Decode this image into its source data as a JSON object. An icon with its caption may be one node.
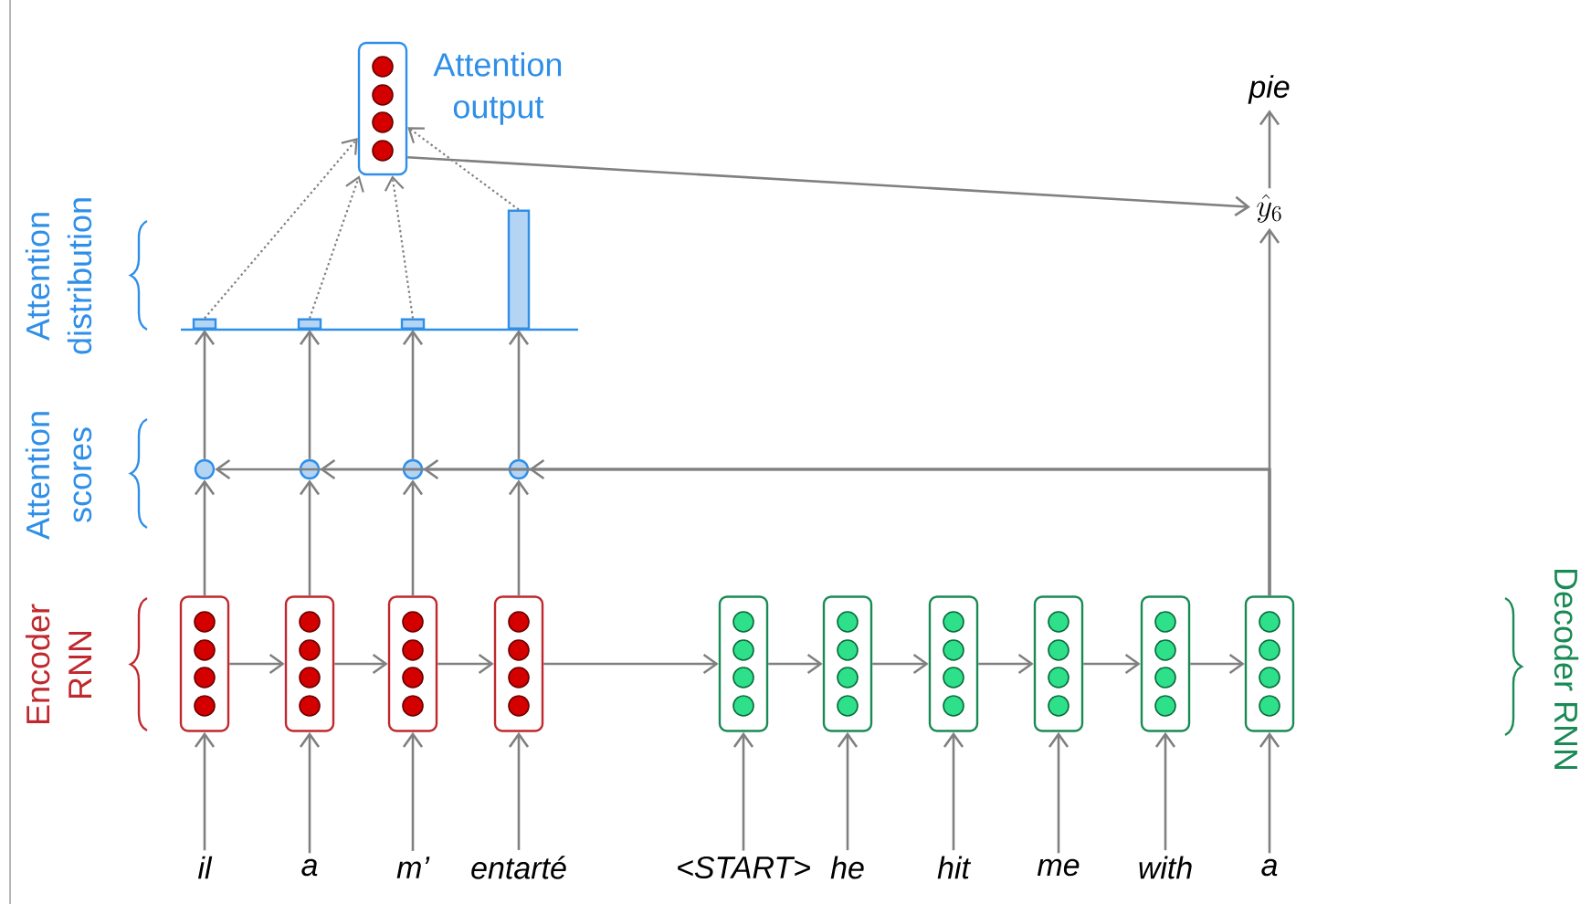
{
  "diagram": {
    "nodes": [
      {
        "text": [
          "il"
        ]
      },
      {
        "text": [
          "a"
        ]
      },
      {
        "text": [
          "m’"
        ]
      },
      {
        "text": [
          "entarté"
        ]
      },
      {
        "text": [
          "<START>"
        ]
      },
      {
        "text": [
          "he"
        ]
      },
      {
        "text": [
          "hit"
        ]
      },
      {
        "text": [
          "me"
        ]
      },
      {
        "text": [
          "with"
        ]
      },
      {
        "text": [
          "a"
        ]
      },
      {
        "text": [],
        "shape": "box"
      },
      {
        "text": [],
        "shape": "box"
      },
      {
        "text": [],
        "shape": "box"
      },
      {
        "text": [],
        "shape": "box"
      },
      {
        "text": [],
        "shape": "box"
      },
      {
        "text": [],
        "shape": "box"
      },
      {
        "text": [],
        "shape": "box"
      },
      {
        "text": [],
        "shape": "box"
      },
      {
        "text": [],
        "shape": "box"
      },
      {
        "text": [],
        "shape": "box"
      },
      {
        "text": [],
        "shape": "circle"
      },
      {
        "text": [],
        "shape": "circle"
      },
      {
        "text": [],
        "shape": "circle"
      },
      {
        "text": [],
        "shape": "circle"
      },
      {
        "text": [],
        "shape": "bar"
      },
      {
        "text": [],
        "shape": "bar"
      },
      {
        "text": [],
        "shape": "bar"
      },
      {
        "text": [],
        "shape": "bar"
      },
      {
        "text": [
          "Attention output"
        ]
      },
      {
        "text": [
          "\\hat{y}_6"
        ]
      },
      {
        "text": [
          "pie"
        ]
      }
    ],
    "edges": [
      {
        "from": 0,
        "to": 10,
        "arrow": "to"
      },
      {
        "from": 1,
        "to": 11,
        "arrow": "to"
      },
      {
        "from": 2,
        "to": 12,
        "arrow": "to"
      },
      {
        "from": 3,
        "to": 13,
        "arrow": "to"
      },
      {
        "from": 4,
        "to": 14,
        "arrow": "to"
      },
      {
        "from": 5,
        "to": 15,
        "arrow": "to"
      },
      {
        "from": 6,
        "to": 16,
        "arrow": "to"
      },
      {
        "from": 7,
        "to": 17,
        "arrow": "to"
      },
      {
        "from": 8,
        "to": 18,
        "arrow": "to"
      },
      {
        "from": 9,
        "to": 19,
        "arrow": "to"
      },
      {
        "from": 10,
        "to": 11,
        "arrow": "to"
      },
      {
        "from": 11,
        "to": 12,
        "arrow": "to"
      },
      {
        "from": 12,
        "to": 13,
        "arrow": "to"
      },
      {
        "from": 13,
        "to": 14,
        "arrow": "to"
      },
      {
        "from": 14,
        "to": 15,
        "arrow": "to"
      },
      {
        "from": 15,
        "to": 16,
        "arrow": "to"
      },
      {
        "from": 16,
        "to": 17,
        "arrow": "to"
      },
      {
        "from": 17,
        "to": 18,
        "arrow": "to"
      },
      {
        "from": 18,
        "to": 19,
        "arrow": "to"
      },
      {
        "from": 10,
        "to": 20,
        "arrow": "to"
      },
      {
        "from": 11,
        "to": 21,
        "arrow": "to"
      },
      {
        "from": 12,
        "to": 22,
        "arrow": "to"
      },
      {
        "from": 13,
        "to": 23,
        "arrow": "to"
      },
      {
        "from": 19,
        "to": 20,
        "arrow": "to"
      },
      {
        "from": 19,
        "to": 21,
        "arrow": "to"
      },
      {
        "from": 19,
        "to": 22,
        "arrow": "to"
      },
      {
        "from": 19,
        "to": 23,
        "arrow": "to"
      },
      {
        "from": 20,
        "to": 24,
        "arrow": "to"
      },
      {
        "from": 21,
        "to": 25,
        "arrow": "to"
      },
      {
        "from": 22,
        "to": 26,
        "arrow": "to"
      },
      {
        "from": 23,
        "to": 27,
        "arrow": "to"
      },
      {
        "from": 24,
        "to": 28,
        "arrow": "to",
        "style": "dashed"
      },
      {
        "from": 25,
        "to": 28,
        "arrow": "to",
        "style": "dashed"
      },
      {
        "from": 26,
        "to": 28,
        "arrow": "to",
        "style": "dashed"
      },
      {
        "from": 27,
        "to": 28,
        "arrow": "to",
        "style": "dashed"
      },
      {
        "from": 28,
        "to": 29,
        "arrow": "to"
      },
      {
        "from": 19,
        "to": 29,
        "arrow": "to"
      },
      {
        "from": 29,
        "to": 30,
        "arrow": "to"
      }
    ],
    "labels": [
      "Attention distribution",
      "Attention scores",
      "Encoder RNN",
      "Decoder RNN"
    ]
  }
}
